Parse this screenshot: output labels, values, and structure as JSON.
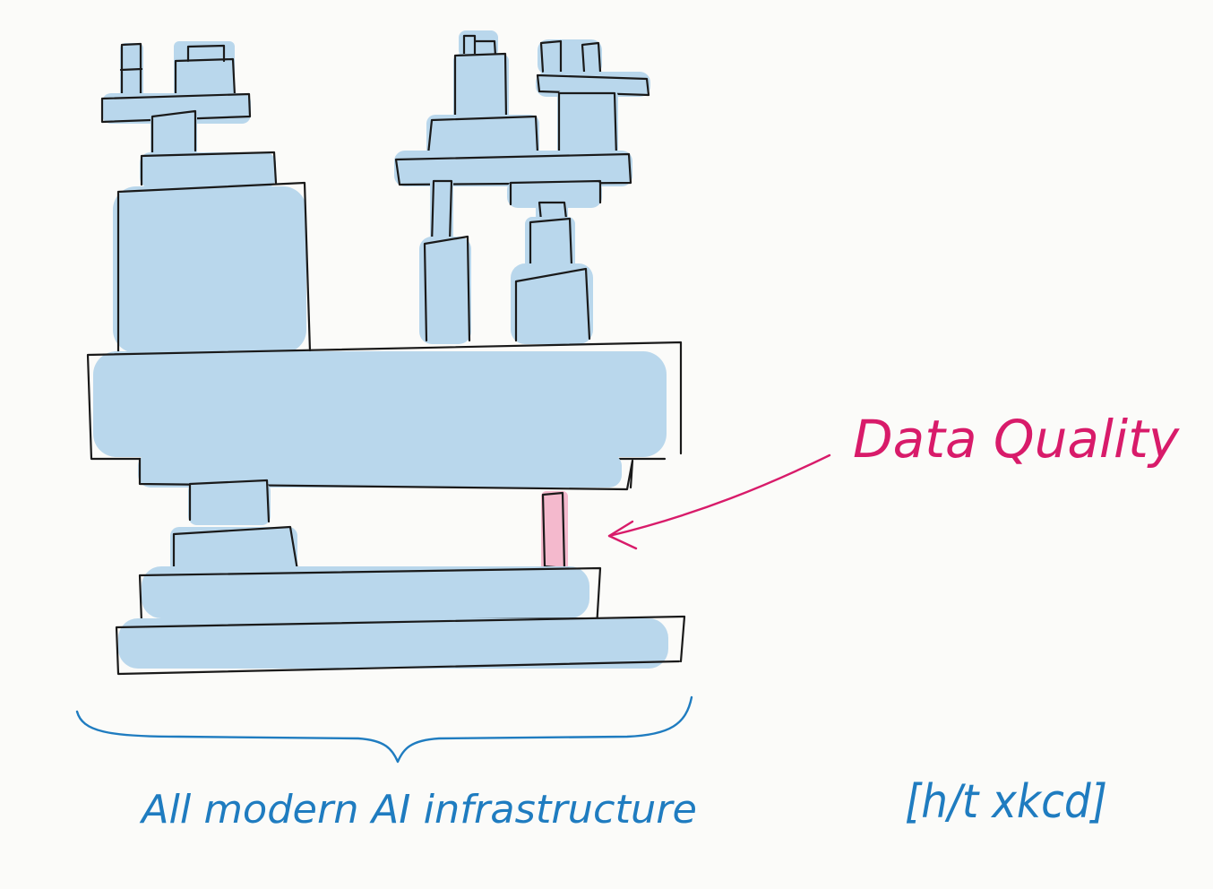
{
  "diagram": {
    "callout_label": "Data Quality",
    "brace_label": "All modern AI infrastructure",
    "credit_label": "[h/t xkcd]",
    "colors": {
      "block_fill": "#b9d7ec",
      "highlight_fill": "#f4b9cd",
      "outline": "#1a1a1a",
      "callout": "#d81b6a",
      "brace": "#1f7cc0"
    }
  }
}
